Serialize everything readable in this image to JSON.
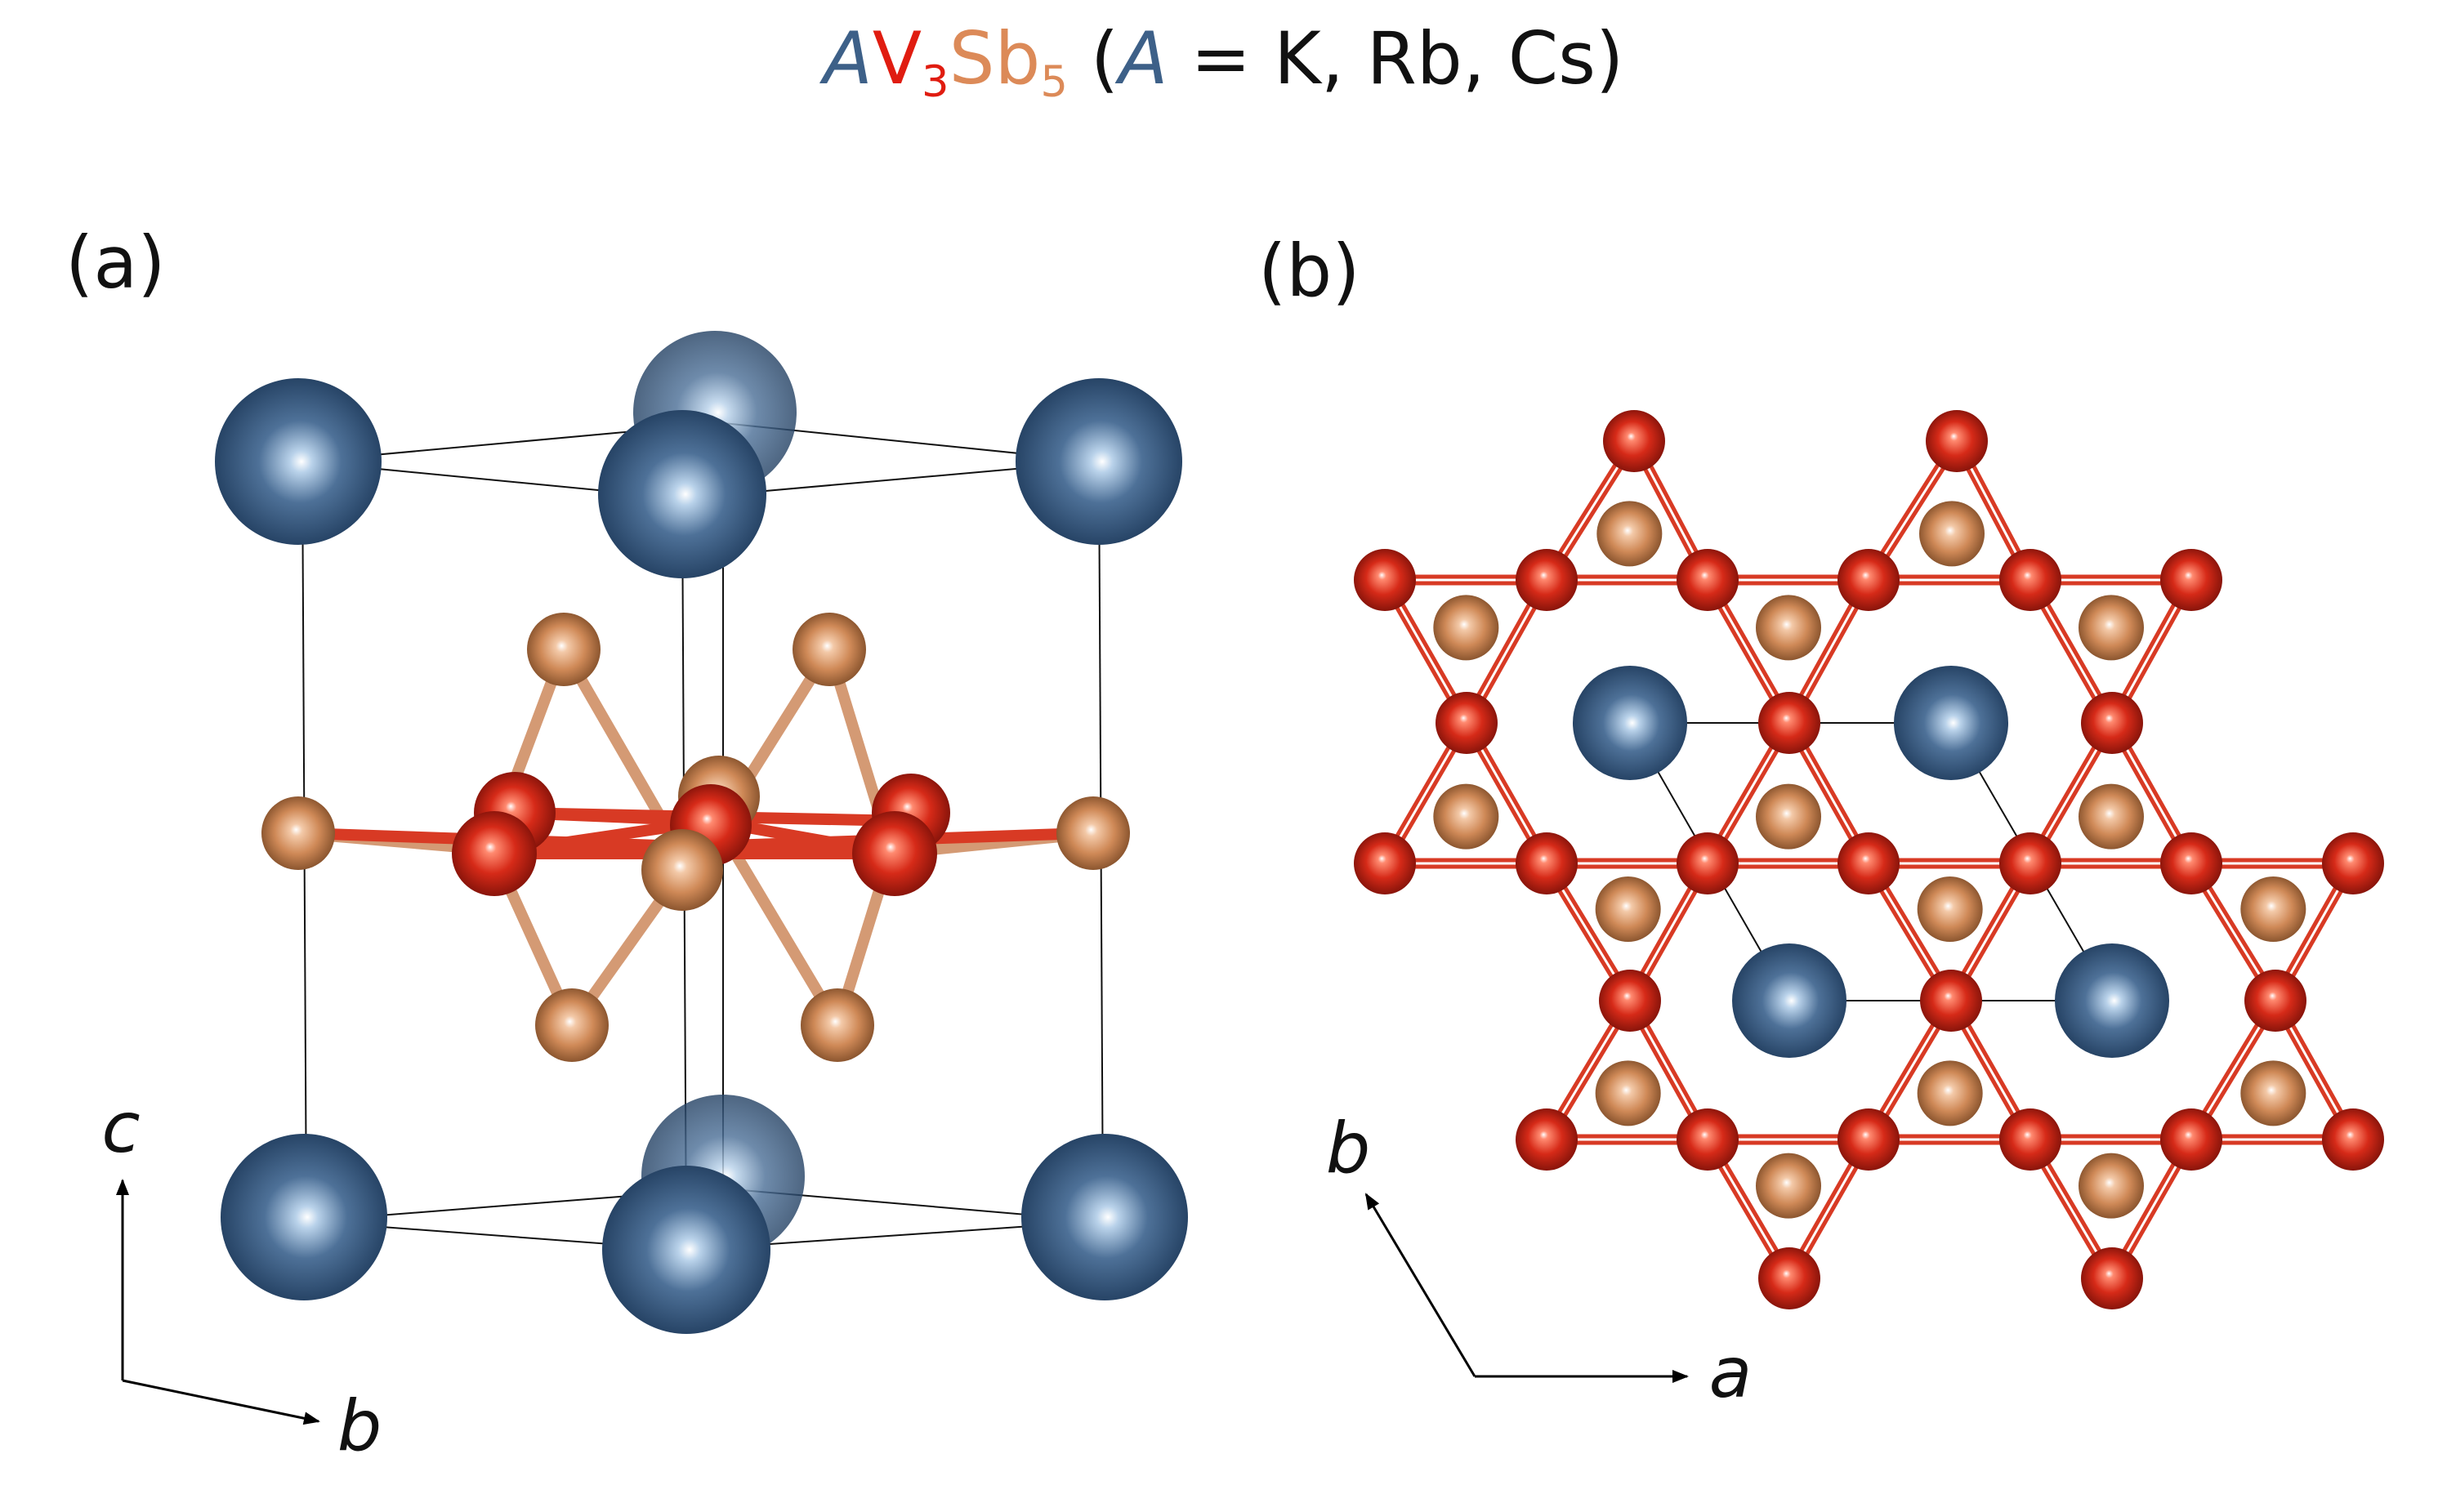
{
  "title": {
    "formula_A": "A",
    "formula_V": "V",
    "formula_V_sub": "3",
    "formula_Sb": "Sb",
    "formula_Sb_sub": "5",
    "paren_open": " (",
    "paren_A": "A",
    "paren_rest": " = K, Rb, Cs)"
  },
  "panels": {
    "a_label": "(a)",
    "b_label": "(b)"
  },
  "axes": {
    "a_panel": {
      "vertical": "c",
      "horizontal": "b"
    },
    "b_panel": {
      "diagonal": "b",
      "horizontal": "a"
    }
  },
  "colors": {
    "A_atom": "#3d5f85",
    "V_atom": "#d42a1a",
    "Sb_atom": "#d08a5c",
    "bond_V": "#d83a24",
    "bond_Sb": "#d49a74",
    "title_A": "#3d6088",
    "title_V": "#e01c10",
    "title_Sb": "#dc8a58"
  }
}
